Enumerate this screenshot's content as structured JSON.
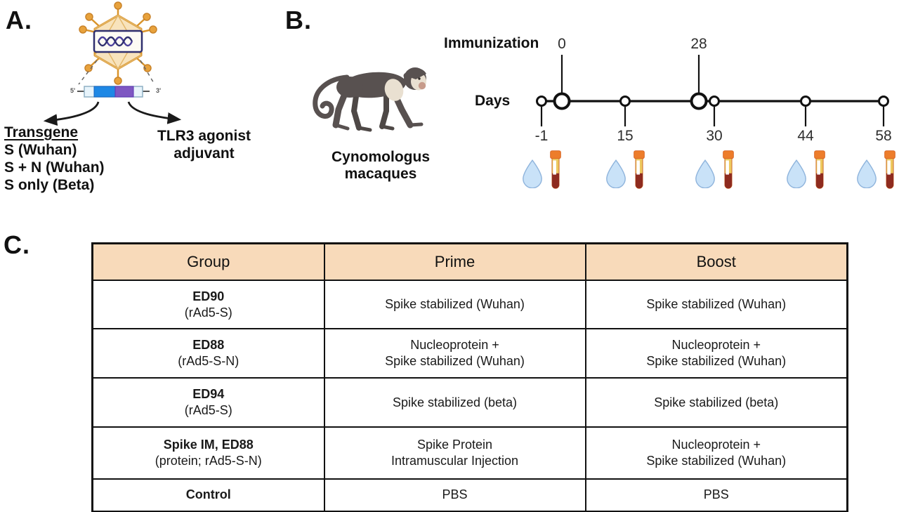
{
  "colors": {
    "table_header_bg": "#F8DABA",
    "virus_fill": "#F8E3BC",
    "virus_stroke": "#D9942B",
    "construct_blue": "#1E88E5",
    "construct_purple": "#7E57C2",
    "droplet_fill": "#C9E2F8",
    "tube_cap_orange": "#ED7D2B",
    "tube_serum_yellow": "#EDC95F",
    "tube_blood_red": "#8E2B1F"
  },
  "panelA": {
    "label": "A.",
    "construct": {
      "five_prime": "5'",
      "three_prime": "3'"
    },
    "transgene_title": "Transgene",
    "transgene_options": [
      "S (Wuhan)",
      "S + N (Wuhan)",
      "S only (Beta)"
    ],
    "adjuvant_line1": "TLR3 agonist",
    "adjuvant_line2": "adjuvant"
  },
  "panelB": {
    "label": "B.",
    "animal_line1": "Cynomologus",
    "animal_line2": "macaques",
    "timeline": {
      "immunization_label": "Immunization",
      "days_label": "Days",
      "immunization_days": [
        "0",
        "28"
      ],
      "sample_days": [
        "-1",
        "15",
        "30",
        "44",
        "58"
      ]
    }
  },
  "panelC": {
    "label": "C.",
    "table": {
      "headers": [
        "Group",
        "Prime",
        "Boost"
      ],
      "rows": [
        {
          "group": "ED90",
          "group_sub": "(rAd5-S)",
          "prime": [
            "Spike stabilized (Wuhan)"
          ],
          "boost": [
            "Spike stabilized (Wuhan)"
          ]
        },
        {
          "group": "ED88",
          "group_sub": "(rAd5-S-N)",
          "prime": [
            "Nucleoprotein +",
            "Spike stabilized (Wuhan)"
          ],
          "boost": [
            "Nucleoprotein +",
            "Spike stabilized (Wuhan)"
          ]
        },
        {
          "group": "ED94",
          "group_sub": "(rAd5-S)",
          "prime": [
            "Spike stabilized (beta)"
          ],
          "boost": [
            "Spike stabilized (beta)"
          ]
        },
        {
          "group": "Spike IM, ED88",
          "group_sub": "(protein; rAd5-S-N)",
          "prime": [
            "Spike Protein",
            "Intramuscular Injection"
          ],
          "boost": [
            "Nucleoprotein +",
            "Spike stabilized (Wuhan)"
          ]
        },
        {
          "group": "Control",
          "group_sub": "",
          "prime": [
            "PBS"
          ],
          "boost": [
            "PBS"
          ]
        }
      ]
    }
  }
}
